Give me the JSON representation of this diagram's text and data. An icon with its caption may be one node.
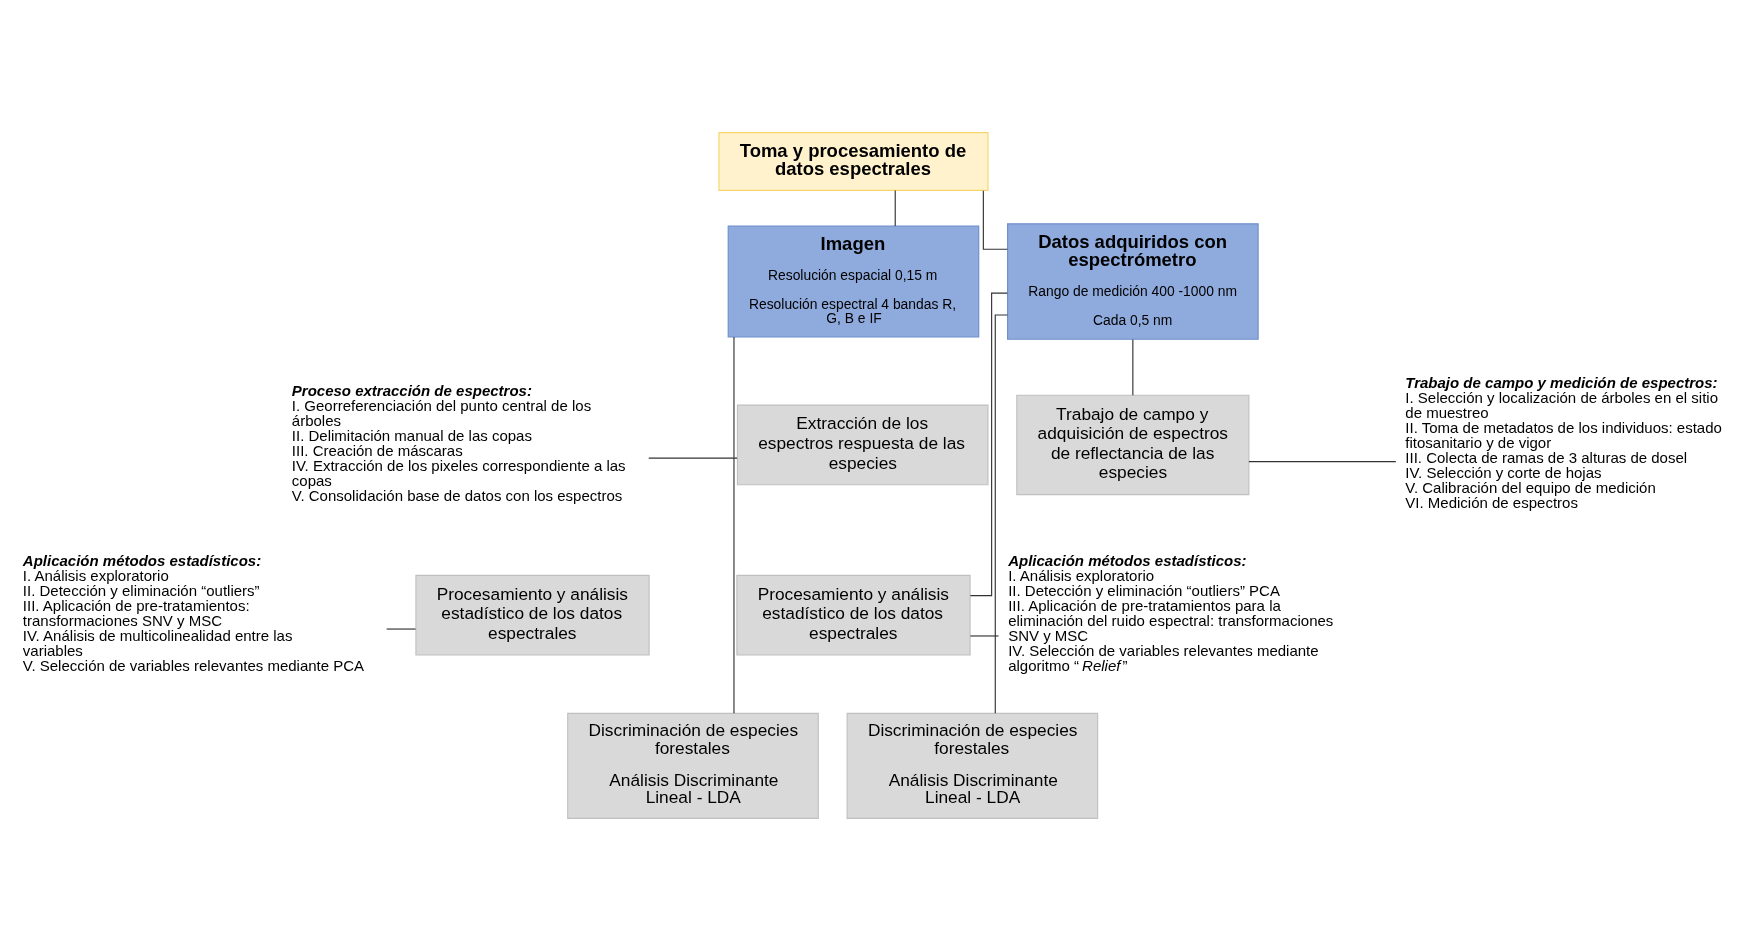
{
  "diagram": {
    "nodes": [
      {
        "text": [
          "Toma y procesamiento de datos espectrales"
        ]
      },
      {
        "text": [
          "Imagen",
          "Resolución espacial 0,15 m",
          "Resolución espectral 4 bandas R, G, B e IF"
        ]
      },
      {
        "text": [
          "Datos adquiridos con espectrómetro",
          "Rango de medición 400 -1000 nm",
          "Cada 0,5 nm"
        ]
      },
      {
        "text": [
          "Proceso extracción de espectros:",
          "I. Georreferenciación del punto central de los árboles",
          "II. Delimitación manual de las copas",
          "III. Creación de máscaras",
          "IV. Extracción de los pixeles correspondiente a las copas",
          "V. Consolidación base de datos con los espectros"
        ]
      },
      {
        "text": [
          "Extracción de los espectros respuesta de las especies"
        ]
      },
      {
        "text": [
          "Trabajo de campo y adquisición de espectros de reflectancia de las especies"
        ]
      },
      {
        "text": [
          "Trabajo de campo y medición de espectros:",
          "I. Selección y localización de árboles en el sitio de muestreo",
          "II. Toma de metadatos de los individuos: estado fitosanitario y de vigor",
          "III. Colecta de ramas de 3 alturas de dosel",
          "IV. Selección y corte de hojas",
          "V. Calibración del equipo de medición",
          "VI. Medición de espectros"
        ]
      },
      {
        "text": [
          "Aplicación métodos estadísticos:",
          "I. Análisis exploratorio",
          "II. Detección y eliminación “outliers”",
          "III. Aplicación de pre-tratamientos: transformaciones SNV y MSC",
          "IV. Análisis de multicolinealidad entre las variables",
          "V. Selección de variables relevantes mediante PCA"
        ]
      },
      {
        "text": [
          "Procesamiento y análisis estadístico de los datos espectrales"
        ]
      },
      {
        "text": [
          "Procesamiento y análisis estadístico de los datos espectrales"
        ]
      },
      {
        "text": [
          "Aplicación métodos estadísticos:",
          "I. Análisis exploratorio",
          "II. Detección y eliminación “outliers” PCA",
          "III. Aplicación de pre-tratamientos para la eliminación del ruido espectral: transformaciones SNV y MSC",
          "IV. Selección de variables relevantes mediante algoritmo “*Relief*”"
        ]
      },
      {
        "text": [
          "Discriminación de especies forestales",
          "Análisis Discriminante Lineal - LDA"
        ]
      },
      {
        "text": [
          "Discriminación de especies forestales",
          "Análisis Discriminante Lineal - LDA"
        ]
      }
    ],
    "edges": [
      {
        "from": 0,
        "to": 1,
        "arrow": "none"
      },
      {
        "from": 0,
        "to": 2,
        "arrow": "none"
      },
      {
        "from": 1,
        "to": 11,
        "arrow": "none"
      },
      {
        "from": 2,
        "to": 5,
        "arrow": "none"
      },
      {
        "from": 2,
        "to": 9,
        "arrow": "none"
      },
      {
        "from": 2,
        "to": 12,
        "arrow": "none"
      },
      {
        "from": 3,
        "to": 4,
        "arrow": "none"
      },
      {
        "from": 6,
        "to": 5,
        "arrow": "none"
      },
      {
        "from": 7,
        "to": 8,
        "arrow": "none"
      },
      {
        "from": 10,
        "to": 9,
        "arrow": "none"
      }
    ]
  }
}
